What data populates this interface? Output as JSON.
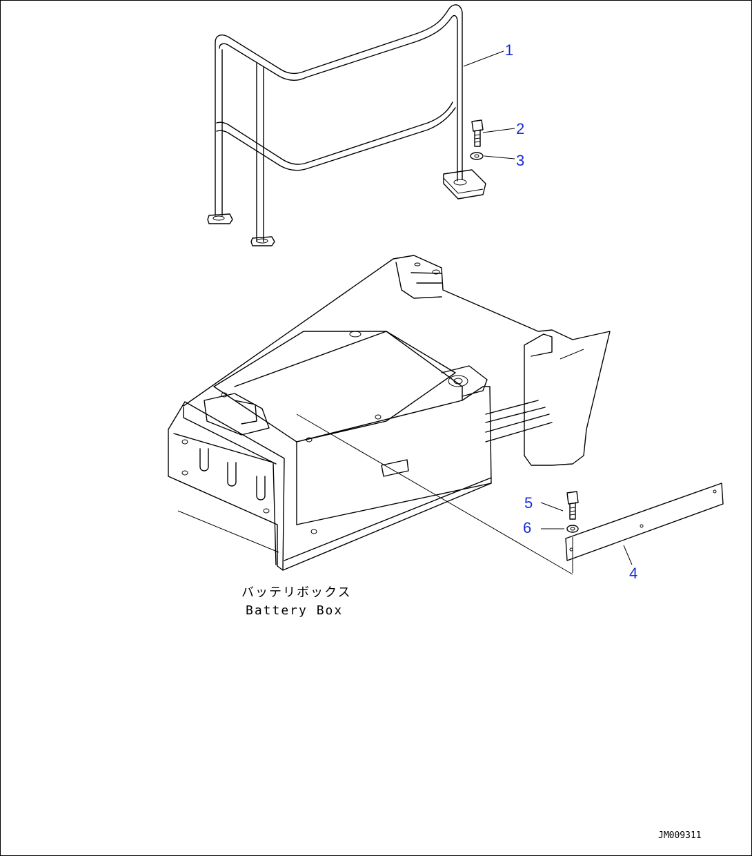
{
  "callouts": [
    {
      "id": "1",
      "label": "1"
    },
    {
      "id": "2",
      "label": "2"
    },
    {
      "id": "3",
      "label": "3"
    },
    {
      "id": "4",
      "label": "4"
    },
    {
      "id": "5",
      "label": "5"
    },
    {
      "id": "6",
      "label": "6"
    }
  ],
  "caption": {
    "japanese": "バッテリボックス",
    "english": "Battery Box"
  },
  "drawing_code": "JM009311",
  "colors": {
    "callout": "#1a2bd6",
    "line": "#000000"
  }
}
